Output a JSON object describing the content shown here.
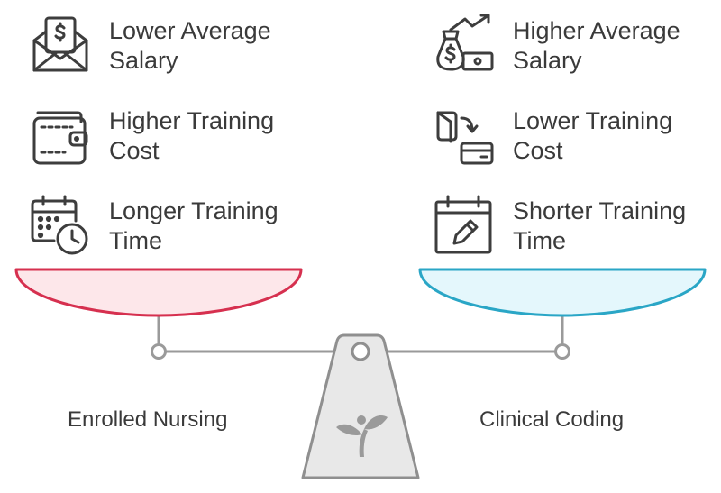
{
  "left": {
    "name": "Enrolled Nursing",
    "pan_color": "#fde7ea",
    "pan_stroke": "#d6304f",
    "factors": [
      {
        "icon": "salary-envelope-icon",
        "line1": "Lower Average",
        "line2": "Salary"
      },
      {
        "icon": "wallet-icon",
        "line1": "Higher Training",
        "line2": "Cost"
      },
      {
        "icon": "calendar-clock-icon",
        "line1": "Longer Training",
        "line2": "Time"
      }
    ]
  },
  "right": {
    "name": "Clinical Coding",
    "pan_color": "#e4f7fc",
    "pan_stroke": "#2aa6c6",
    "factors": [
      {
        "icon": "money-growth-icon",
        "line1": "Higher Average",
        "line2": "Salary"
      },
      {
        "icon": "wallet-to-card-icon",
        "line1": "Lower Training",
        "line2": "Cost"
      },
      {
        "icon": "calendar-edit-icon",
        "line1": "Shorter Training",
        "line2": "Time"
      }
    ]
  },
  "scale": {
    "beam_color": "#9a9a9a",
    "base_fill": "#e8e8e8",
    "base_stroke": "#8f8f8f",
    "logo_icon": "sprout-logo-icon"
  }
}
